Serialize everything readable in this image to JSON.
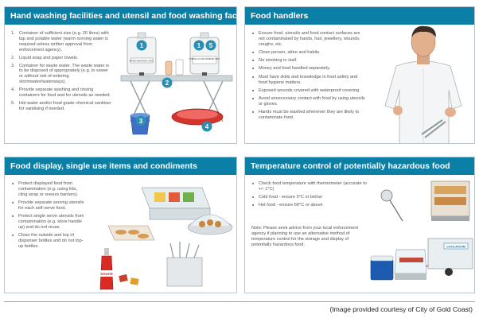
{
  "panels": {
    "hand_washing": {
      "title": "Hand washing facilities and utensil and food washing facilities",
      "items": [
        "Container of sufficient size (e.g. 20 litres) with tap and potable water (warm running water is required unless written approval from enforcement agency).",
        "Liquid soap and paper towels.",
        "Container for waste water. The waste water is to be disposed of appropriately (e.g. to sewer or without risk of entering stormwater/waterways).",
        "Provide separate washing and rinsing containers for food and for utensils as needed.",
        "Hot water and/or food grade chemical sanitiser for sanitising if needed."
      ],
      "container_left_label": "HAND WASHING ONLY",
      "container_right_label": "UTENSIL & FOOD WASHING ONLY",
      "badges": [
        "1",
        "1",
        "5",
        "2",
        "3",
        "4"
      ]
    },
    "food_handlers": {
      "title": "Food handlers",
      "items": [
        "Ensure food, utensils and food contact surfaces are not contaminated by hands, hair, jewellery, wounds, coughs, etc.",
        "Clean person, attire and habits.",
        "No smoking in stall.",
        "Money and food handled separately.",
        "Must have skills and knowledge in food safety and food hygiene matters.",
        "Exposed wounds covered with waterproof covering.",
        "Avoid unnecessary contact with food by using utensils or gloves.",
        "Hands must be washed whenever they are likely to contaminate food."
      ]
    },
    "food_display": {
      "title": "Food display, single use items and condiments",
      "items": [
        "Protect displayed food from contamination (e.g. using lids, cling wrap or sneeze barriers).",
        "Provide separate serving utensils for each self-serve food.",
        "Protect single serve utensils from contamination (e.g. store handle up) and do not reuse.",
        "Clean the outside and top of dispenser bottles and do not top-up bottles."
      ],
      "bottle_label": "SAUCE"
    },
    "temperature": {
      "title": "Temperature control of potentially hazardous food",
      "items": [
        "Check food temperature with thermometer (accurate to +/- 1°C)",
        "Cold food - ensure 5°C or below",
        "Hot food - ensure 60°C or above"
      ],
      "note": "Note: Please seek advice from your local enforcement agency if planning to use an alternative method of temperature control for the storage and display of potentially hazardous food.",
      "trailer_label": "COOLROOM"
    }
  },
  "credit": "(Image provided courtesy of City of Gold Coast)",
  "colors": {
    "header": "#0b7fa6",
    "badge": "#2a8fb2",
    "border": "#b9c6cd"
  }
}
